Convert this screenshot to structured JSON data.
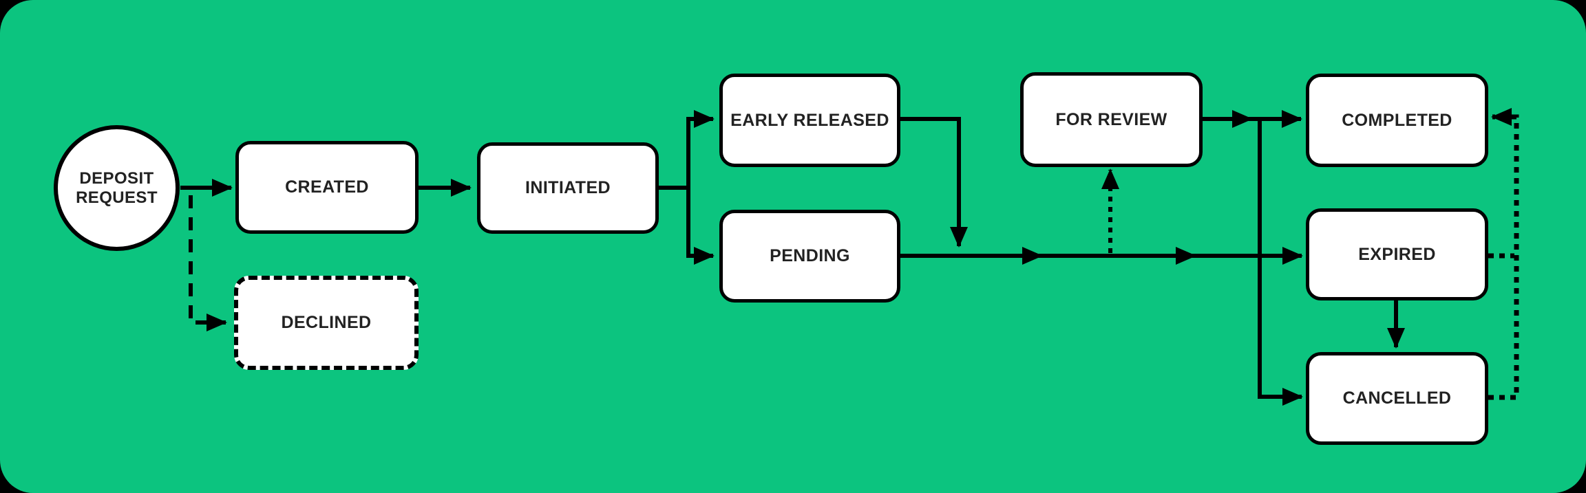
{
  "title": "Deposit request state flow diagram",
  "colors": {
    "background_outside": "#000000",
    "surface": "#0cc47f",
    "node_fill": "#ffffff",
    "stroke": "#000000",
    "text": "#222222"
  },
  "diagram": {
    "nodes": [
      {
        "id": "deposit-request",
        "label": "DEPOSIT REQUEST",
        "shape": "circle",
        "border": "solid"
      },
      {
        "id": "created",
        "label": "CREATED",
        "shape": "rounded-rect",
        "border": "solid"
      },
      {
        "id": "declined",
        "label": "DECLINED",
        "shape": "rounded-rect",
        "border": "dashed"
      },
      {
        "id": "initiated",
        "label": "INITIATED",
        "shape": "rounded-rect",
        "border": "solid"
      },
      {
        "id": "early-released",
        "label": "EARLY RELEASED",
        "shape": "rounded-rect",
        "border": "solid"
      },
      {
        "id": "pending",
        "label": "PENDING",
        "shape": "rounded-rect",
        "border": "solid"
      },
      {
        "id": "for-review",
        "label": "FOR REVIEW",
        "shape": "rounded-rect",
        "border": "solid"
      },
      {
        "id": "completed",
        "label": "COMPLETED",
        "shape": "rounded-rect",
        "border": "solid"
      },
      {
        "id": "expired",
        "label": "EXPIRED",
        "shape": "rounded-rect",
        "border": "solid"
      },
      {
        "id": "cancelled",
        "label": "CANCELLED",
        "shape": "rounded-rect",
        "border": "solid"
      }
    ],
    "edges": [
      {
        "from": "deposit-request",
        "to": "created",
        "style": "solid"
      },
      {
        "from": "deposit-request",
        "to": "declined",
        "style": "dashed"
      },
      {
        "from": "created",
        "to": "initiated",
        "style": "solid"
      },
      {
        "from": "initiated",
        "to": "early-released",
        "style": "solid"
      },
      {
        "from": "initiated",
        "to": "pending",
        "style": "solid"
      },
      {
        "from": "early-released",
        "to": "pending-flow",
        "style": "solid"
      },
      {
        "from": "pending",
        "to": "expired",
        "style": "solid"
      },
      {
        "from": "pending-flow",
        "to": "for-review",
        "style": "dotted"
      },
      {
        "from": "for-review",
        "to": "completed",
        "style": "solid"
      },
      {
        "from": "flow-bus",
        "to": "cancelled",
        "style": "solid"
      },
      {
        "from": "expired",
        "to": "cancelled",
        "style": "solid"
      },
      {
        "from": "expired",
        "to": "completed",
        "style": "dotted"
      },
      {
        "from": "cancelled",
        "to": "completed",
        "style": "dotted"
      }
    ]
  }
}
